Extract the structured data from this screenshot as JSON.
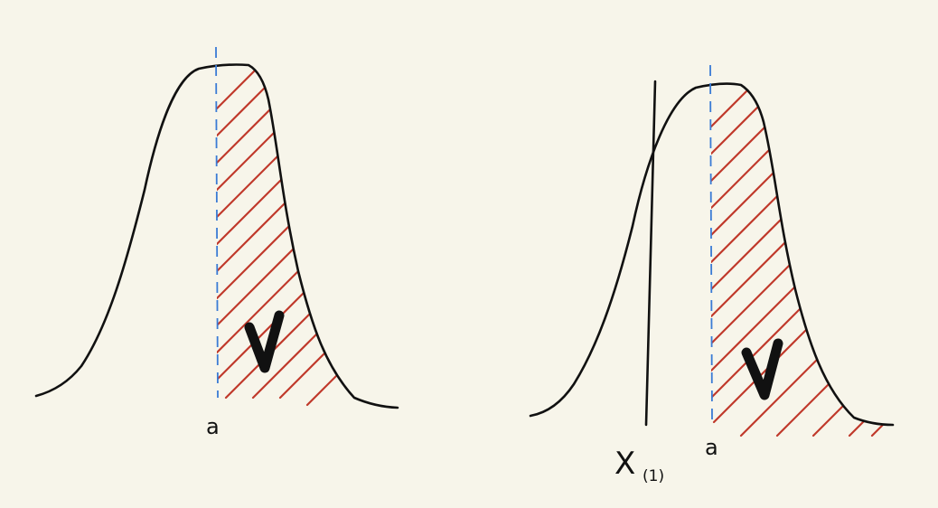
{
  "palette": {
    "background": "#f7f5ea",
    "curve": "#111111",
    "hatch": "#c0392b",
    "dashed_line": "#3a7bd5"
  },
  "left_panel": {
    "threshold_label": "a",
    "region_mark": "V"
  },
  "right_panel": {
    "threshold_label": "a",
    "order_stat_label": "X",
    "order_stat_subscript": "(1)",
    "region_mark": "V"
  }
}
